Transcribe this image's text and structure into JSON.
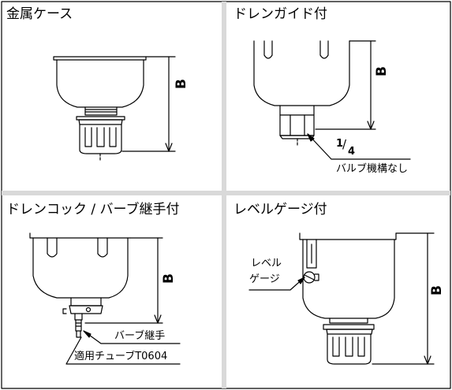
{
  "panels": [
    {
      "title": "金属ケース",
      "dimension": "B"
    },
    {
      "title": "ドレンガイド付",
      "dimension": "B",
      "fraction_num": "1",
      "fraction_den": "4",
      "note": "バルブ機構なし"
    },
    {
      "title": "ドレンコック / バーブ継手付",
      "dimension": "B",
      "callout_1": "バーブ継手",
      "callout_2": "適用チューブT0604"
    },
    {
      "title": "レベルゲージ付",
      "dimension": "B",
      "gauge_label_1": "レベル",
      "gauge_label_2": "ゲージ"
    }
  ]
}
